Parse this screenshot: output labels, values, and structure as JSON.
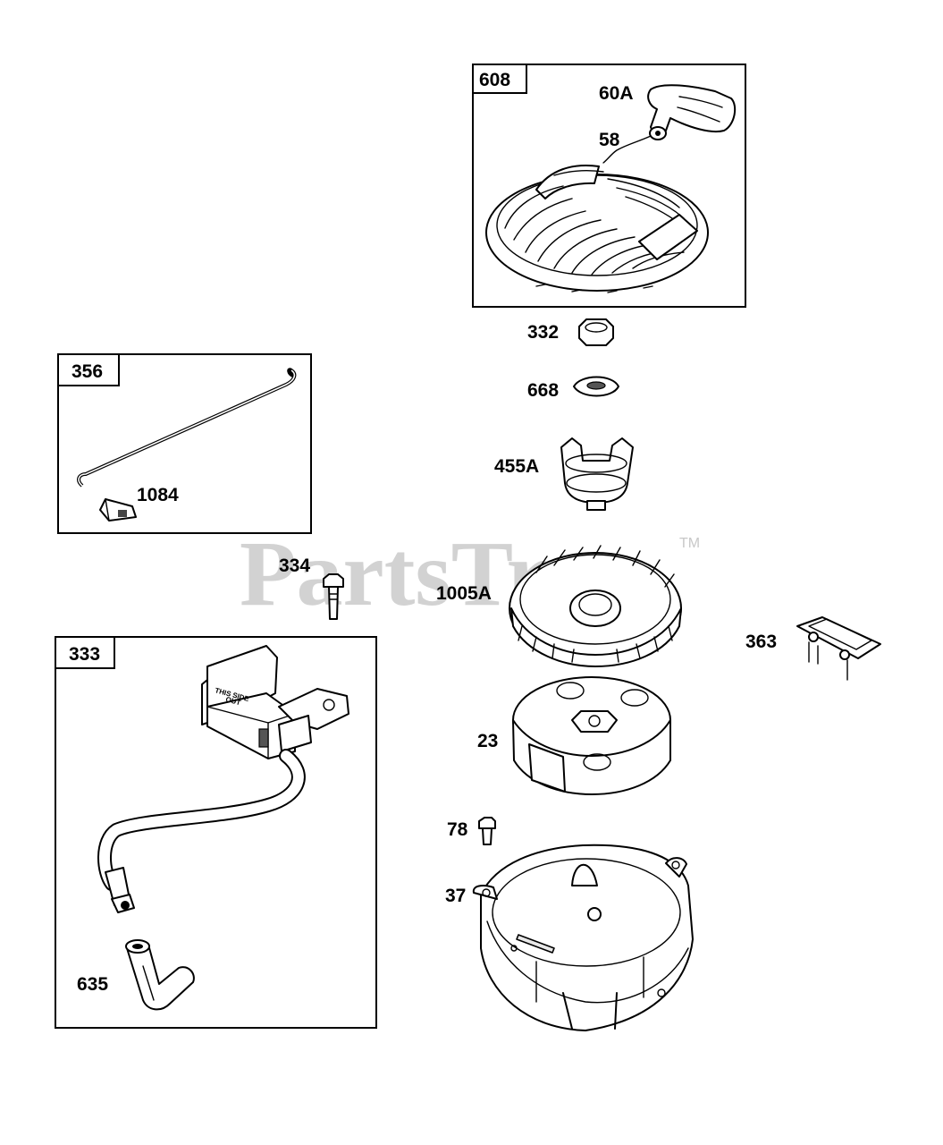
{
  "watermark": {
    "text": "PartsTree",
    "tm": "TM"
  },
  "boxes": [
    {
      "id": "608",
      "label": "608"
    },
    {
      "id": "356",
      "label": "356"
    },
    {
      "id": "333",
      "label": "333"
    }
  ],
  "callouts": {
    "p60a": "60A",
    "p58": "58",
    "p332": "332",
    "p668": "668",
    "p455a": "455A",
    "p1084": "1084",
    "p334": "334",
    "p1005a": "1005A",
    "p363": "363",
    "p23": "23",
    "p78": "78",
    "p37": "37",
    "p635": "635"
  },
  "coil_text": {
    "line1": "THIS SIDE",
    "line2": "OUT"
  }
}
